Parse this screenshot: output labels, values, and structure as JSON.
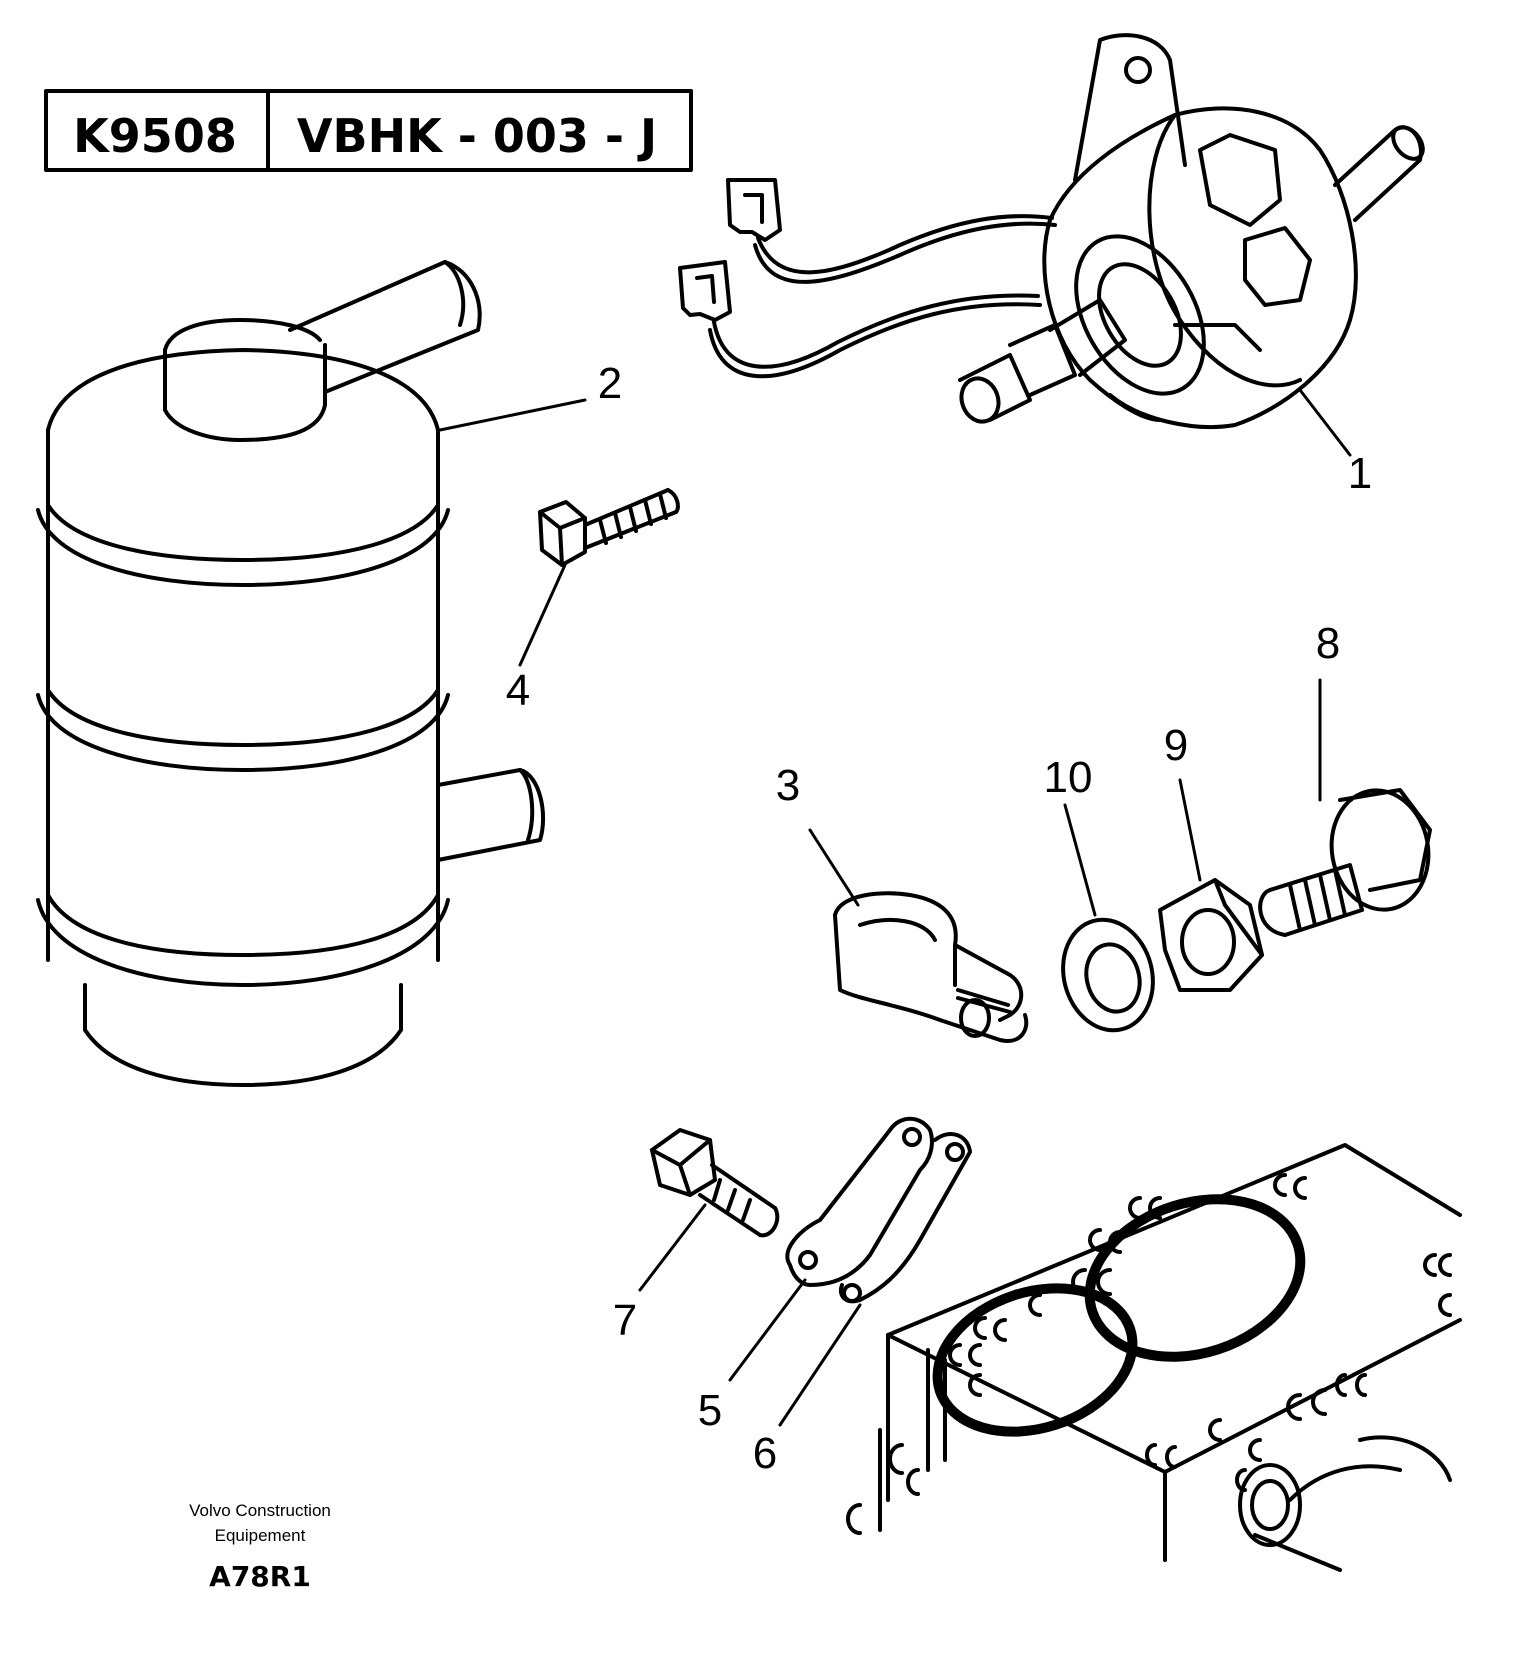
{
  "header": {
    "part_ref": "K9508",
    "group_code": "VBHK - 003 - J"
  },
  "callouts": {
    "n1": "1",
    "n2": "2",
    "n3": "3",
    "n4": "4",
    "n5": "5",
    "n6": "6",
    "n7": "7",
    "n8": "8",
    "n9": "9",
    "n10": "10"
  },
  "footer": {
    "company_line1": "Volvo Construction",
    "company_line2": "Equipement",
    "drawing_code": "A78R1"
  }
}
